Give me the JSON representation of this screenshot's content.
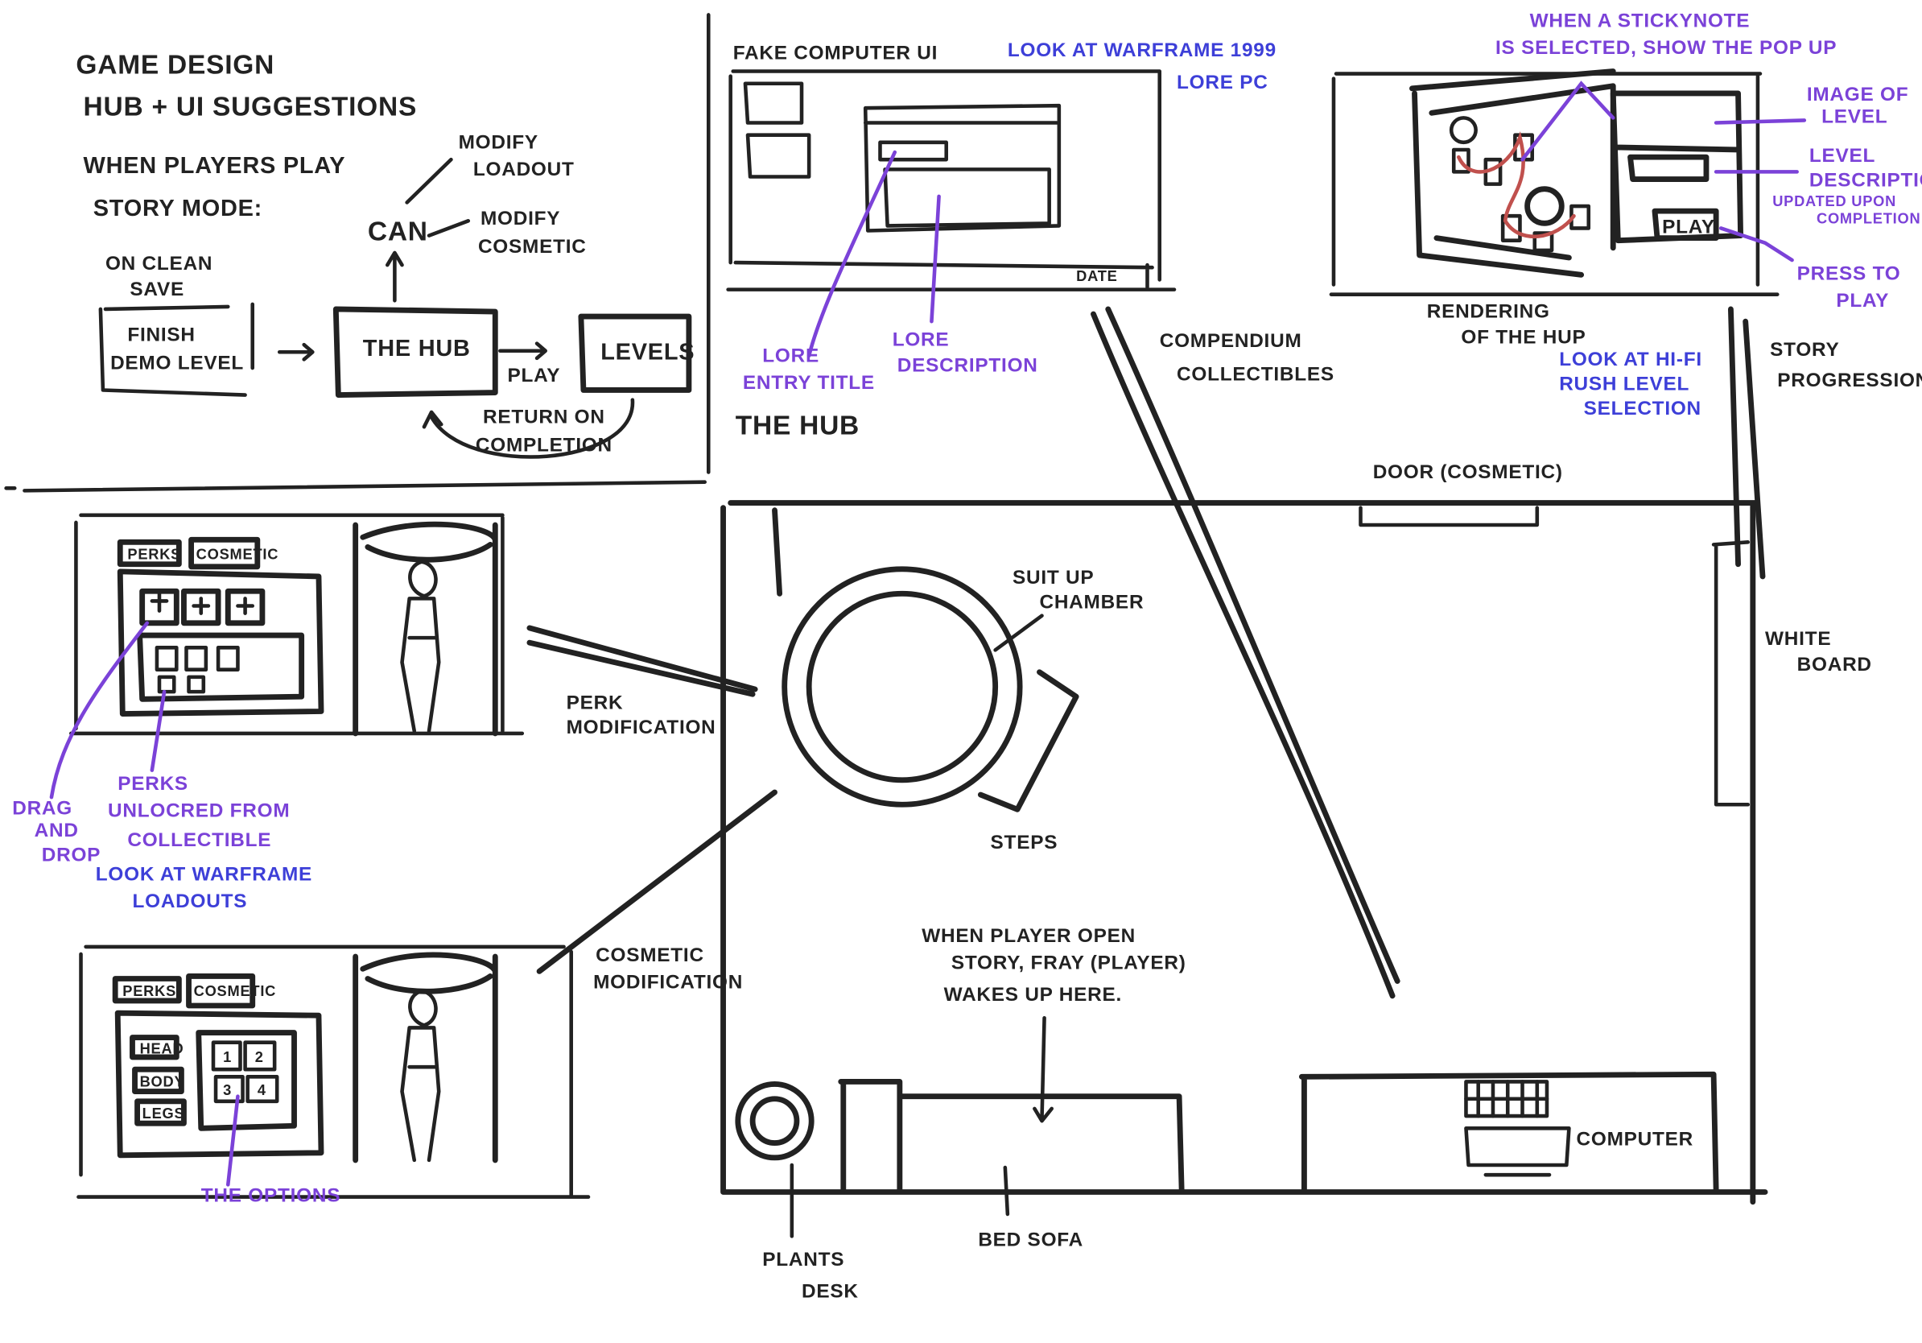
{
  "colors": {
    "ink": "#222222",
    "purple_note": "#7b42d8",
    "blue_note": "#3d3fd8",
    "red_path": "#c0504d"
  },
  "flow": {
    "title1": "GAME DESIGN",
    "title2": "HUB + UI SUGGESTIONS",
    "when1": "WHEN PLAYERS PLAY",
    "when2": "STORY MODE:",
    "mod_loadout1": "MODIFY",
    "mod_loadout2": "LOADOUT",
    "can": "CAN",
    "mod_cos1": "MODIFY",
    "mod_cos2": "COSMETIC",
    "clean1": "ON CLEAN",
    "clean2": "SAVE",
    "finish1": "FINISH",
    "finish2": "DEMO LEVEL",
    "hub": "THE HUB",
    "play": "PLAY",
    "levels": "LEVELS",
    "return1": "RETURN ON",
    "return2": "COMPLETION"
  },
  "computer": {
    "title": "FAKE COMPUTER UI",
    "date": "DATE",
    "hub_label": "THE HUB",
    "ref1": "LOOK AT WARFRAME 1999",
    "ref2": "LORE PC",
    "lore_title1": "LORE",
    "lore_title2": "ENTRY TITLE",
    "lore_desc1": "LORE",
    "lore_desc2": "DESCRIPTION"
  },
  "level_select": {
    "note1": "WHEN A STICKYNOTE",
    "note2": "IS SELECTED, SHOW THE POP UP",
    "image1": "IMAGE OF",
    "image2": "LEVEL",
    "desc1": "LEVEL",
    "desc2": "DESCRIPTION",
    "desc3": "UPDATED UPON",
    "desc4": "COMPLETION",
    "play_button": "PLAY",
    "press1": "PRESS TO",
    "press2": "PLAY",
    "render1": "RENDERING",
    "render2": "OF THE HUP",
    "ref1": "LOOK AT HI-FI",
    "ref2": "RUSH LEVEL",
    "ref3": "SELECTION"
  },
  "hub_map": {
    "compendium1": "COMPENDIUM",
    "compendium2": "COLLECTIBLES",
    "story1": "STORY",
    "story2": "PROGRESSION",
    "door": "DOOR (COSMETIC)",
    "suit1": "SUIT UP",
    "suit2": "CHAMBER",
    "white1": "WHITE",
    "white2": "BOARD",
    "perk1": "PERK",
    "perk2": "MODIFICATION",
    "steps": "STEPS",
    "cos1": "COSMETIC",
    "cos2": "MODIFICATION",
    "wake1": "WHEN PLAYER OPEN",
    "wake2": "STORY, FRAY (PLAYER)",
    "wake3": "WAKES UP HERE.",
    "computer": "COMPUTER",
    "plants": "PLANTS",
    "desk": "DESK",
    "bed": "BED SOFA"
  },
  "perks_ui": {
    "tab_perks": "PERKS",
    "tab_cosmetic": "COSMETIC",
    "drag1": "DRAG",
    "drag2": "AND",
    "drag3": "DROP",
    "perks1": "PERKS",
    "perks2": "UNLOCRED FROM",
    "perks3": "COLLECTIBLE",
    "ref1": "LOOK AT WARFRAME",
    "ref2": "LOADOUTS"
  },
  "cosmetic_ui": {
    "tab_perks": "PERKS",
    "tab_cosmetic": "COSMETIC",
    "head": "HEAD",
    "body": "BODY",
    "legs": "LEGS",
    "slots": [
      "1",
      "2",
      "3",
      "4"
    ],
    "options": "THE OPTIONS"
  }
}
